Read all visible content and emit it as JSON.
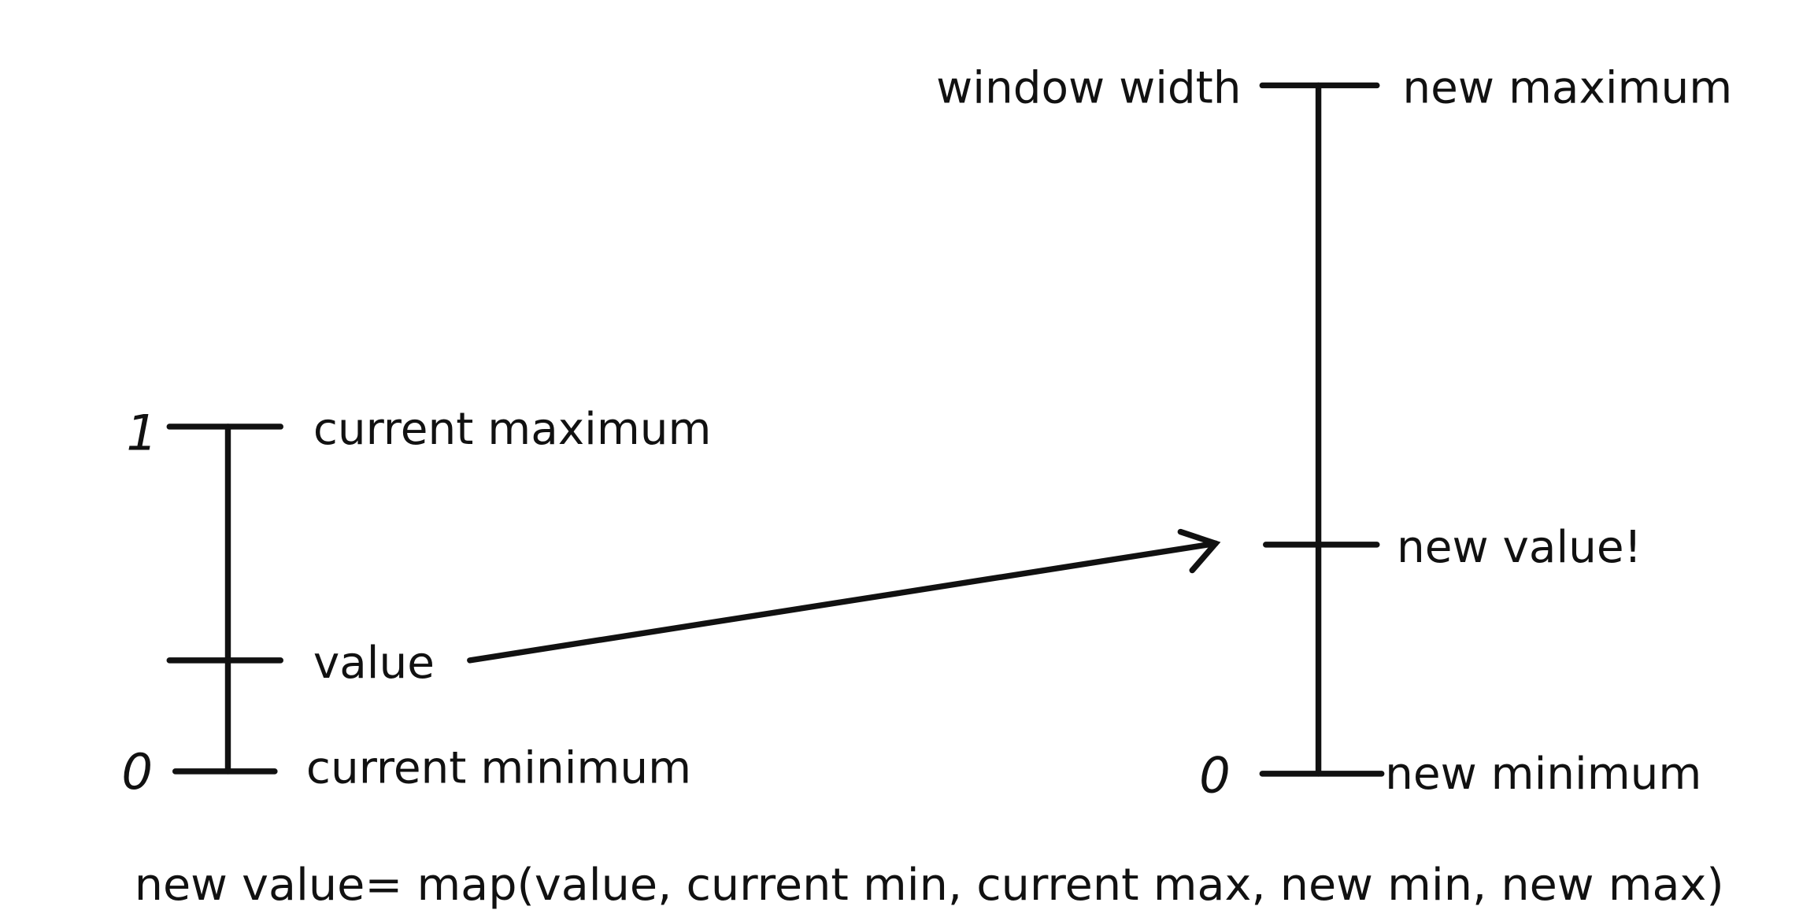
{
  "left_scale": {
    "top_number": "1",
    "top_label": "current maximum",
    "value_label": "value",
    "bottom_number": "0",
    "bottom_label": "current minimum"
  },
  "right_scale": {
    "top_number": "window width",
    "top_label": "new maximum",
    "value_label": "new value!",
    "bottom_number": "0",
    "bottom_label": "new minimum"
  },
  "formula": "new value= map(value, current min, current max, new min, new max)",
  "colors": {
    "ink": "#111111",
    "background": "#ffffff"
  }
}
